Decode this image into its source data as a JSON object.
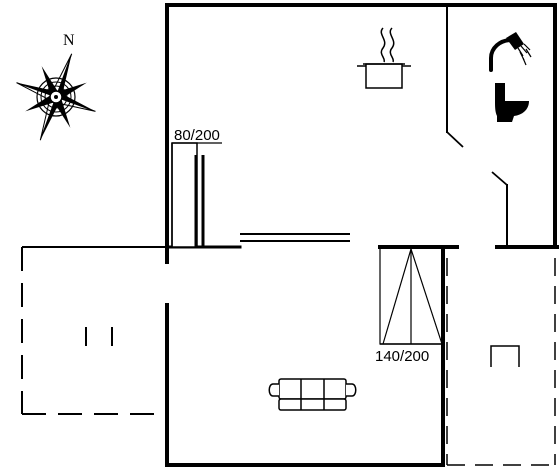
{
  "plan": {
    "compass_label": "N",
    "bed_label_1": "80/200",
    "bed_label_2": "140/200"
  },
  "icons": {
    "compass": "compass-rose-icon",
    "cooking_pot": "cooking-pot-icon",
    "shower": "shower-icon",
    "toilet": "toilet-icon",
    "sofa": "sofa-icon",
    "chair": "chair-icon"
  }
}
